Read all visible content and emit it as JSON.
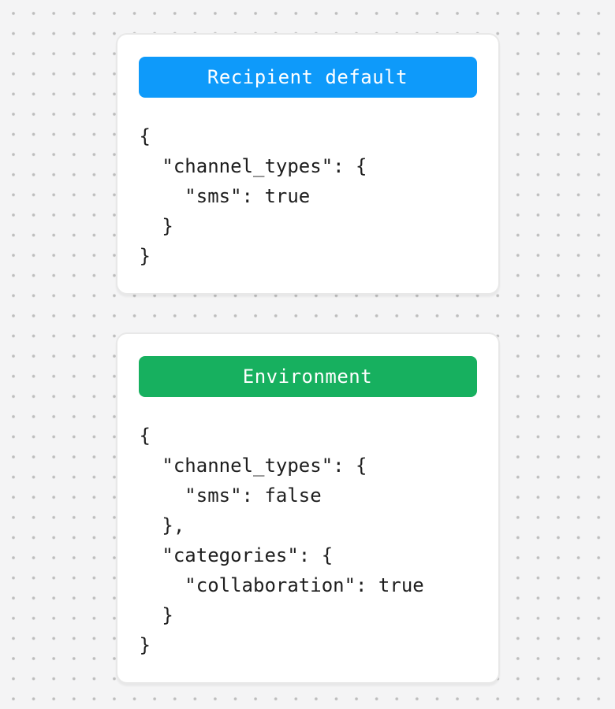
{
  "canvas": {
    "background_color": "#f4f4f5",
    "dot_color": "#bdbdbd"
  },
  "cards": [
    {
      "title": "Recipient default",
      "accent_color": "#0e9afa",
      "code": "{\n  \"channel_types\": {\n    \"sms\": true\n  }\n}"
    },
    {
      "title": "Environment",
      "accent_color": "#17b05f",
      "code": "{\n  \"channel_types\": {\n    \"sms\": false\n  },\n  \"categories\": {\n    \"collaboration\": true\n  }\n}"
    }
  ]
}
